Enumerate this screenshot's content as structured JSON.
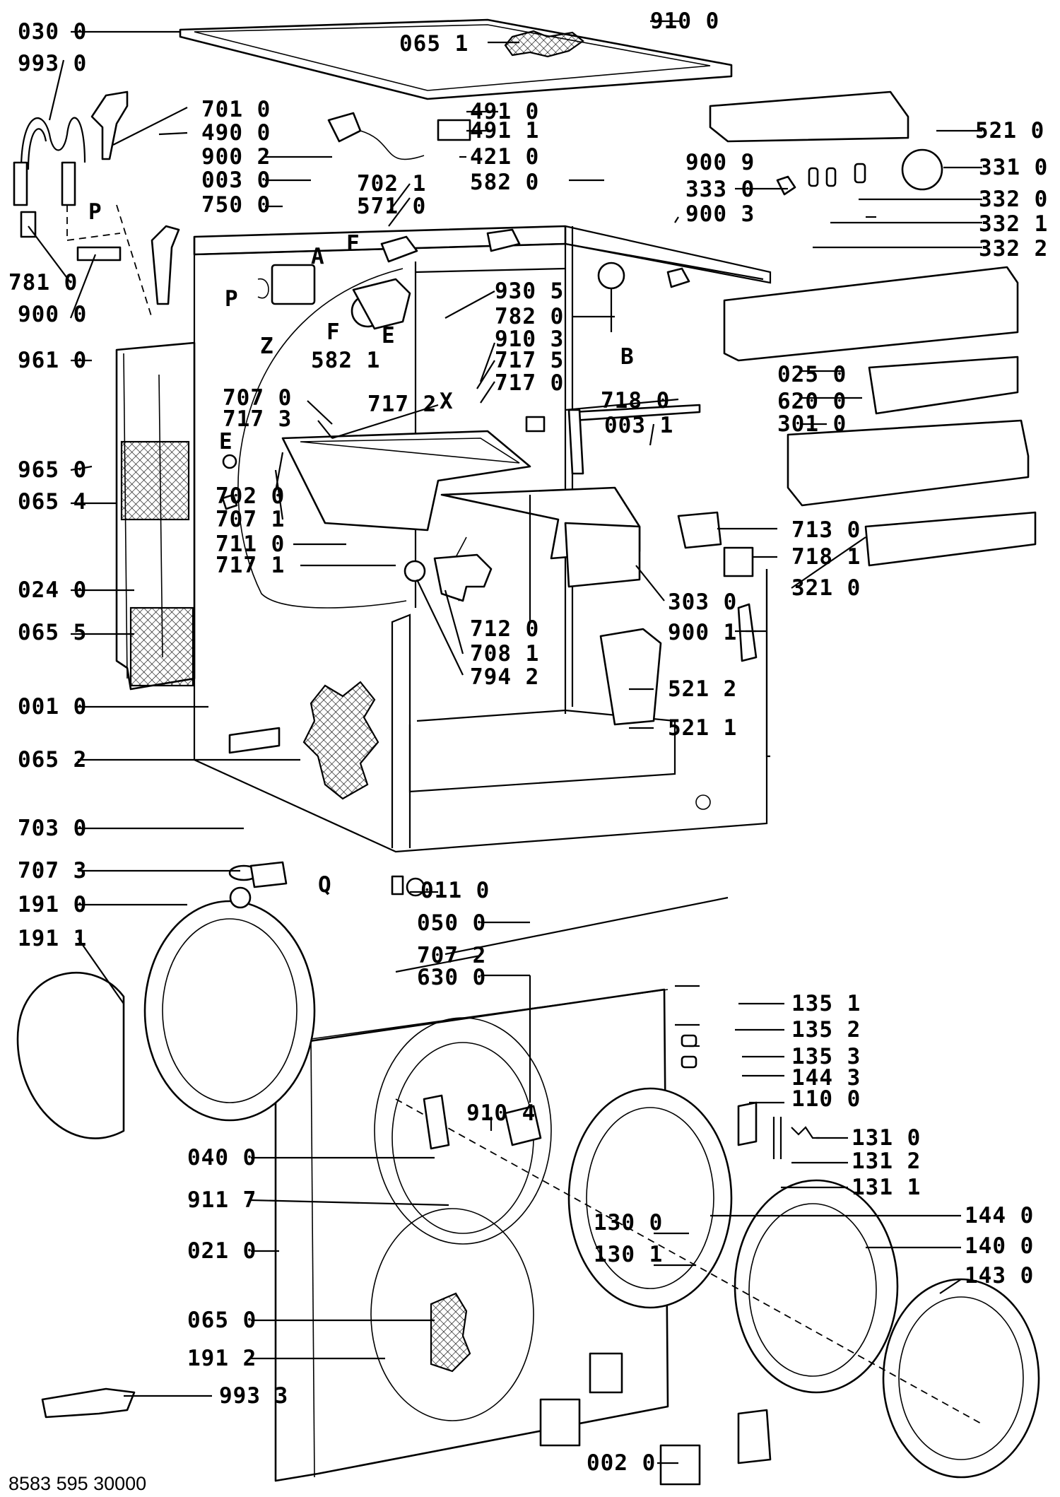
{
  "diagram": {
    "document_number": "8583 595 30000",
    "markers": {
      "A": "A",
      "P1": "P",
      "P2": "P",
      "F1": "F",
      "F2": "F",
      "E1": "E",
      "E2": "E",
      "Z": "Z",
      "B": "B",
      "X": "X",
      "Q": "Q"
    },
    "labels": [
      "030 0",
      "993 0",
      "701 0",
      "490 0",
      "900 2",
      "003 0",
      "750 0",
      "781 0",
      "900 0",
      "961 0",
      "965 0",
      "065 4",
      "024 0",
      "065 5",
      "001 0",
      "065 2",
      "703 0",
      "707 3",
      "191 0",
      "191 1",
      "040 0",
      "911 7",
      "021 0",
      "065 0",
      "191 2",
      "993 3",
      "910 0",
      "065 1",
      "491 0",
      "491 1",
      "421 0",
      "582 0",
      "702 1",
      "571 0",
      "930 5",
      "782 0",
      "910 3",
      "717 5",
      "717 0",
      "717 2",
      "707 0",
      "717 3",
      "702 0",
      "707 1",
      "711 0",
      "717 1",
      "718 0",
      "003 1",
      "582 1",
      "712 0",
      "708 1",
      "794 2",
      "303 0",
      "011 0",
      "050 0",
      "707 2",
      "630 0",
      "910 4",
      "130 0",
      "130 1",
      "002 0",
      "521 0",
      "900 9",
      "333 0",
      "900 3",
      "331 0",
      "332 0",
      "332 1",
      "332 2",
      "025 0",
      "620 0",
      "301 0",
      "713 0",
      "718 1",
      "321 0",
      "900 1",
      "521 2",
      "521 1",
      "135 1",
      "135 2",
      "135 3",
      "144 3",
      "110 0",
      "131 0",
      "131 2",
      "131 1",
      "144 0",
      "140 0",
      "143 0"
    ]
  }
}
